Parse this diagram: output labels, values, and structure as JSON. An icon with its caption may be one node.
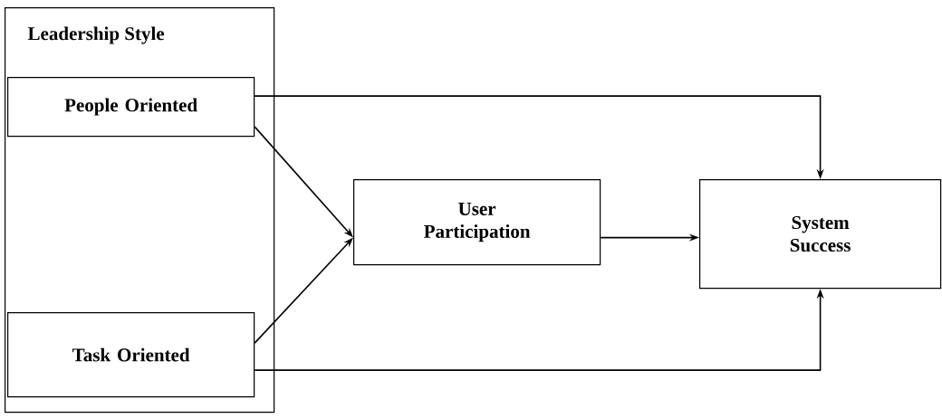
{
  "diagram": {
    "nodes": [
      {
        "text": [
          "Leadership Style"
        ]
      },
      {
        "text": [
          "People Oriented"
        ],
        "in": 0
      },
      {
        "text": [
          "Task Oriented"
        ],
        "in": 0
      },
      {
        "text": [
          "User Participation"
        ]
      },
      {
        "text": [
          "System Success"
        ]
      }
    ],
    "edges": [
      {
        "from": 1,
        "to": 4,
        "arrow": "to"
      },
      {
        "from": 1,
        "to": 3,
        "arrow": "to"
      },
      {
        "from": 2,
        "to": 3,
        "arrow": "to"
      },
      {
        "from": 3,
        "to": 4,
        "arrow": "to"
      },
      {
        "from": 2,
        "to": 4,
        "arrow": "to"
      }
    ]
  }
}
